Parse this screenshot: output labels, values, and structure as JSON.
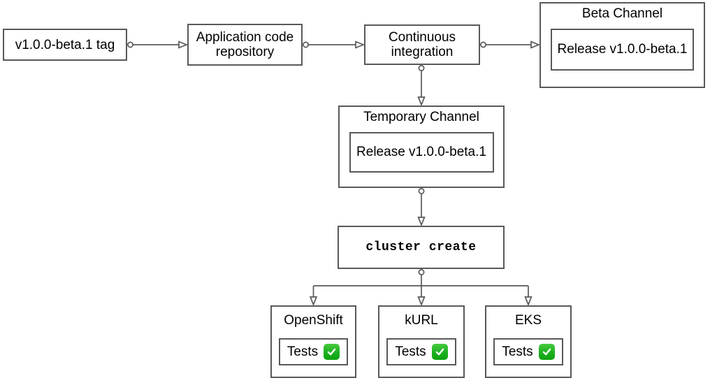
{
  "diagram": {
    "type": "flowchart",
    "background": "#ffffff",
    "colors": {
      "stroke": "#595959",
      "text": "#000000",
      "check_green": "#1cb020",
      "check_mark": "#ffffff"
    },
    "nodes": {
      "tag": {
        "label": "v1.0.0-beta.1 tag"
      },
      "repo": {
        "label": "Application code repository"
      },
      "ci": {
        "label": "Continuous integration"
      },
      "beta_channel": {
        "title": "Beta Channel",
        "release_label": "Release v1.0.0-beta.1"
      },
      "temporary_channel": {
        "title": "Temporary Channel",
        "release_label": "Release v1.0.0-beta.1"
      },
      "cluster_create": {
        "label": "cluster create"
      },
      "clusters": [
        {
          "title": "OpenShift",
          "tests_label": "Tests",
          "status_icon": "white-check-mark-on-green"
        },
        {
          "title": "kURL",
          "tests_label": "Tests",
          "status_icon": "white-check-mark-on-green"
        },
        {
          "title": "EKS",
          "tests_label": "Tests",
          "status_icon": "white-check-mark-on-green"
        }
      ]
    },
    "edges": [
      {
        "from": "tag",
        "to": "repo",
        "style": "circle-source, open-arrow-target"
      },
      {
        "from": "repo",
        "to": "ci",
        "style": "circle-source, open-arrow-target"
      },
      {
        "from": "ci",
        "to": "beta_channel",
        "style": "circle-source, open-arrow-target"
      },
      {
        "from": "ci",
        "to": "temporary_channel",
        "style": "circle-source, open-arrow-target"
      },
      {
        "from": "temporary_channel",
        "to": "cluster_create",
        "style": "circle-source, open-arrow-target"
      },
      {
        "from": "cluster_create",
        "to": "OpenShift",
        "style": "circle-source, open-arrow-target"
      },
      {
        "from": "cluster_create",
        "to": "kURL",
        "style": "circle-source, open-arrow-target"
      },
      {
        "from": "cluster_create",
        "to": "EKS",
        "style": "circle-source, open-arrow-target"
      }
    ]
  }
}
